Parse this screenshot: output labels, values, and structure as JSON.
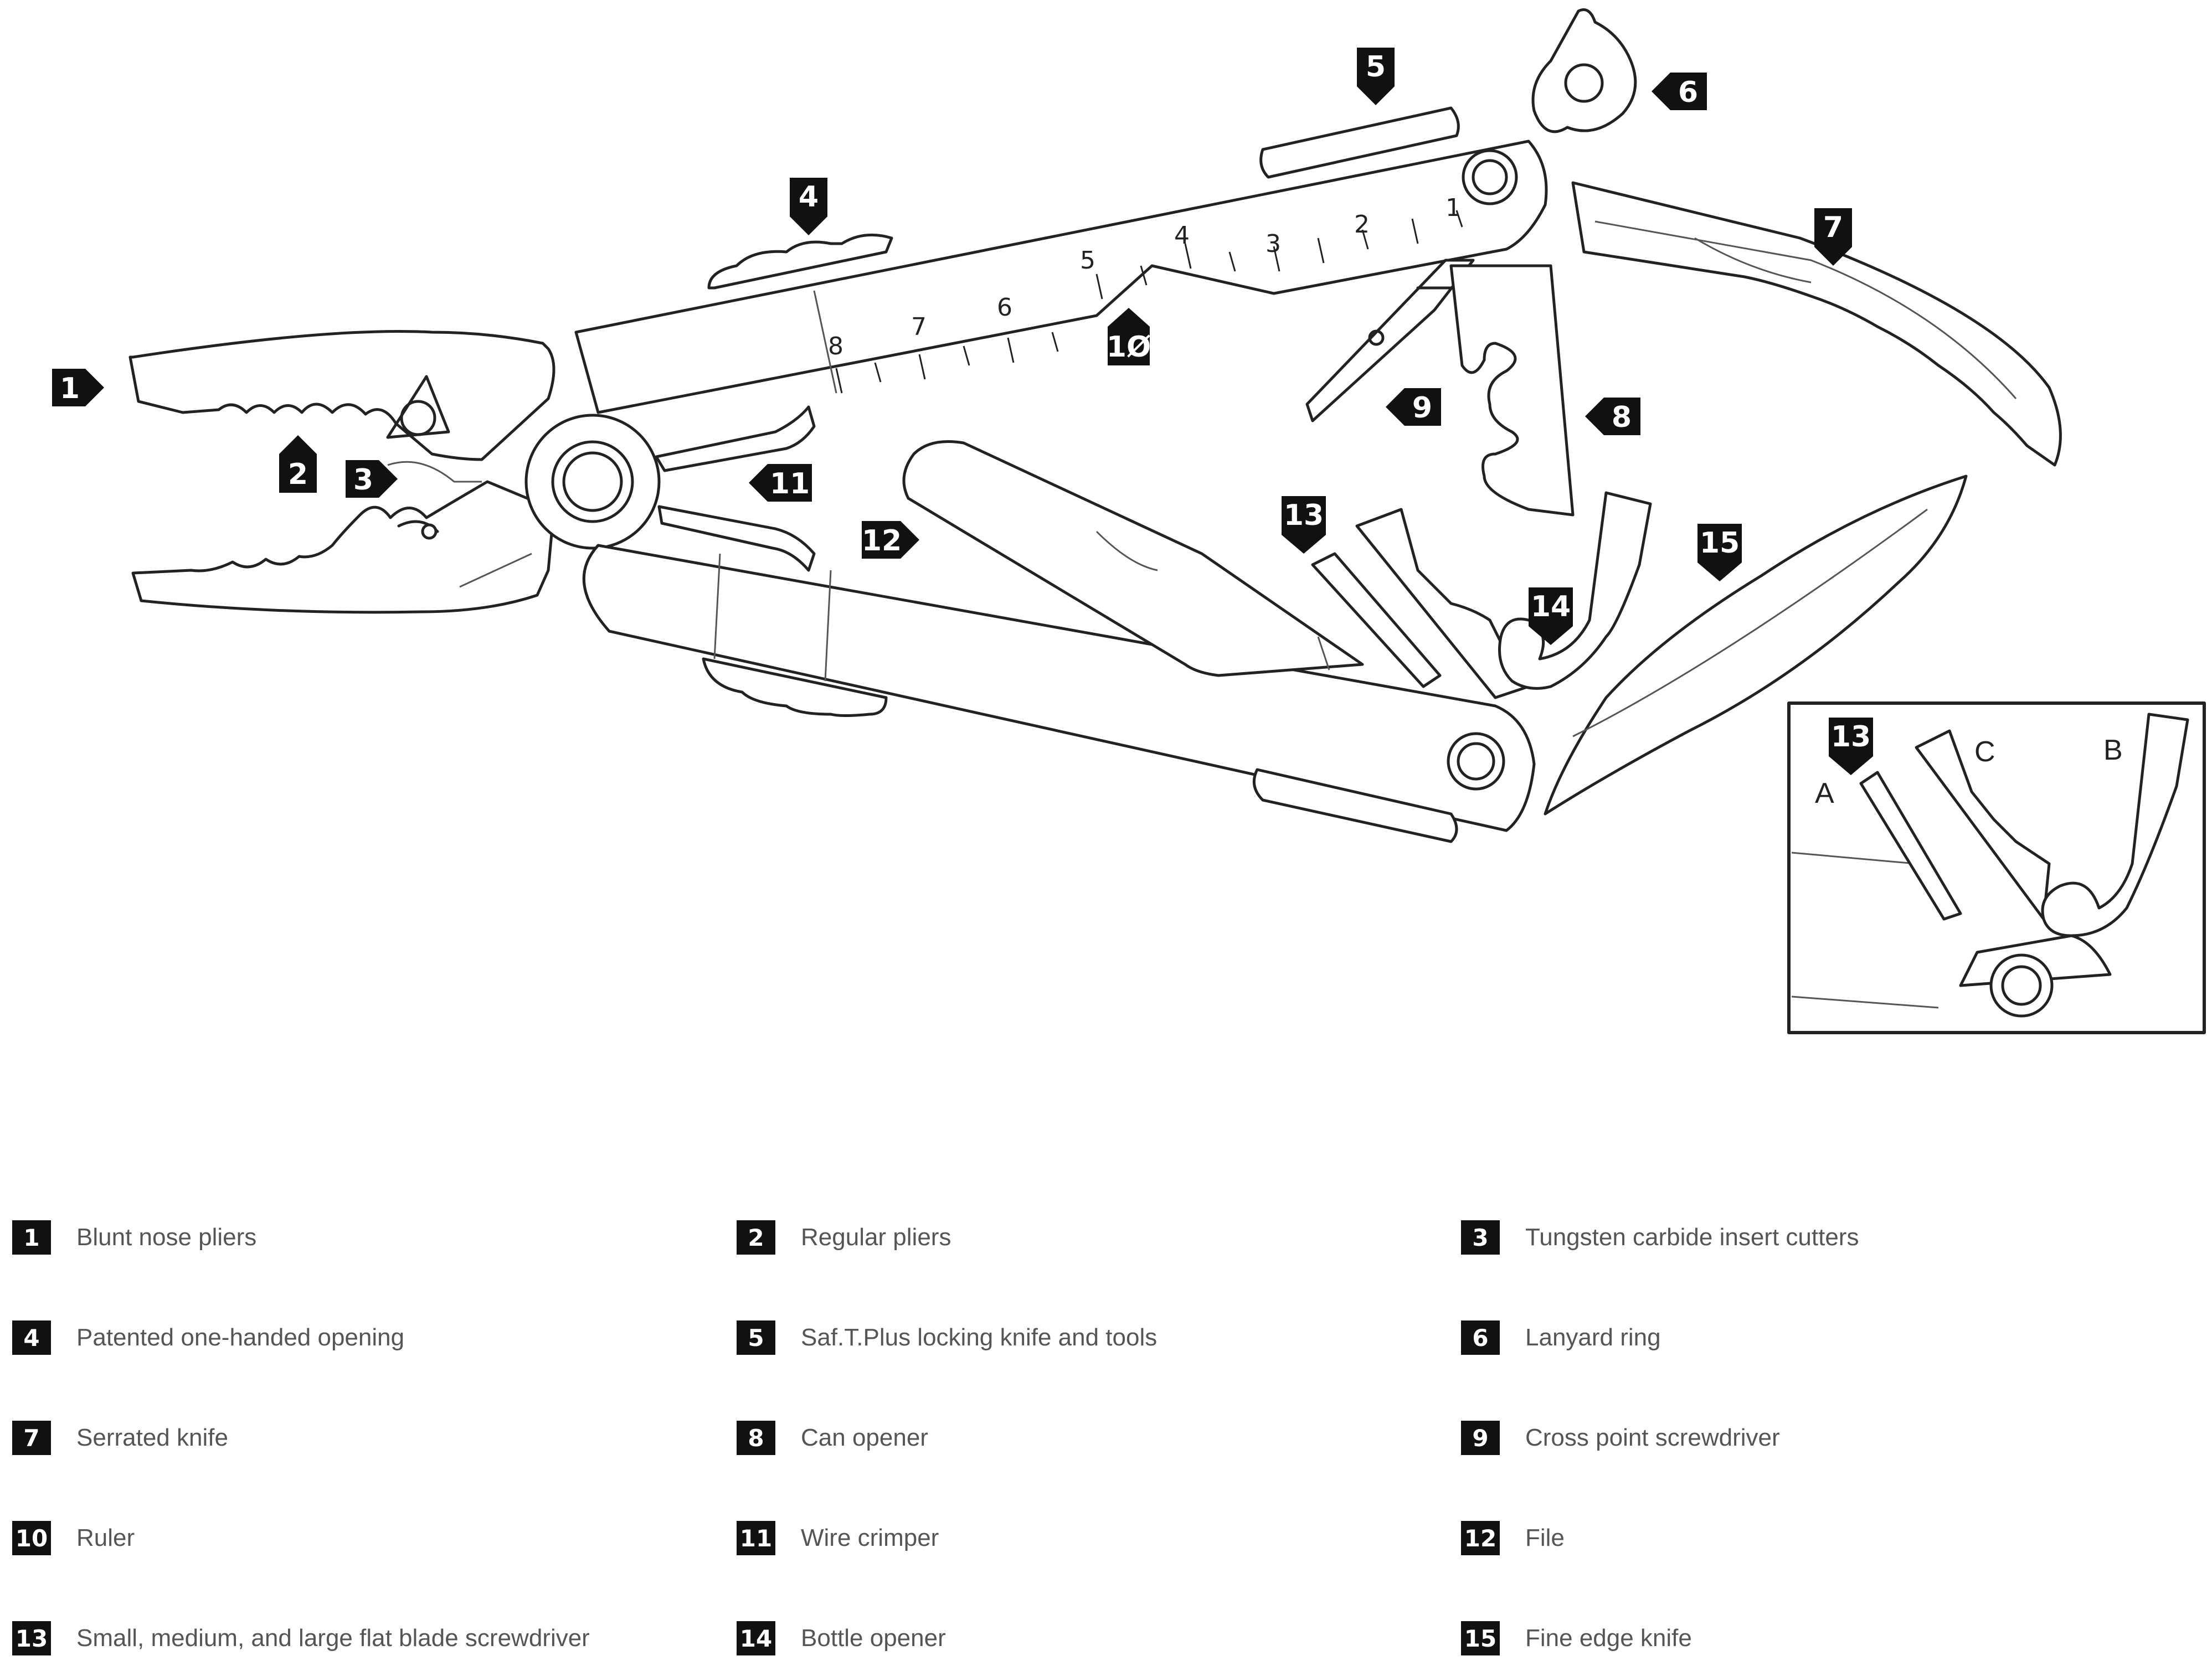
{
  "callouts": [
    {
      "id": "1"
    },
    {
      "id": "2"
    },
    {
      "id": "3"
    },
    {
      "id": "4"
    },
    {
      "id": "5"
    },
    {
      "id": "6"
    },
    {
      "id": "7"
    },
    {
      "id": "8"
    },
    {
      "id": "9"
    },
    {
      "id": "1Ø"
    },
    {
      "id": "11"
    },
    {
      "id": "12"
    },
    {
      "id": "13"
    },
    {
      "id": "14"
    },
    {
      "id": "15"
    }
  ],
  "ruler": {
    "marks": [
      "1",
      "2",
      "3",
      "4",
      "5",
      "6",
      "7",
      "8"
    ]
  },
  "inset": {
    "callout": "13",
    "letters": [
      "A",
      "B",
      "C"
    ]
  },
  "legend": [
    {
      "num": "1",
      "label": "Blunt nose pliers"
    },
    {
      "num": "2",
      "label": "Regular pliers"
    },
    {
      "num": "3",
      "label": "Tungsten carbide insert cutters"
    },
    {
      "num": "4",
      "label": "Patented one-handed opening"
    },
    {
      "num": "5",
      "label": "Saf.T.Plus locking knife and tools"
    },
    {
      "num": "6",
      "label": "Lanyard ring"
    },
    {
      "num": "7",
      "label": "Serrated knife"
    },
    {
      "num": "8",
      "label": "Can opener"
    },
    {
      "num": "9",
      "label": "Cross point screwdriver"
    },
    {
      "num": "10",
      "label": "Ruler"
    },
    {
      "num": "11",
      "label": "Wire crimper"
    },
    {
      "num": "12",
      "label": "File"
    },
    {
      "num": "13",
      "label": "Small, medium, and large flat blade screwdriver"
    },
    {
      "num": "14",
      "label": "Bottle opener"
    },
    {
      "num": "15",
      "label": "Fine edge knife"
    }
  ]
}
